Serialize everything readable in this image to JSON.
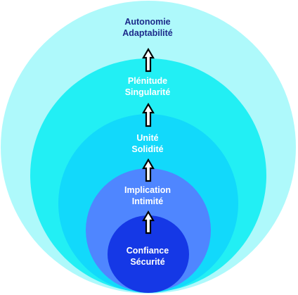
{
  "colors": {
    "ring_outer": "#aef9fb",
    "ring_2": "#22eff4",
    "ring_3": "#12d9fb",
    "ring_4": "#4f86ff",
    "core": "#1538e6",
    "arrow_stroke": "#000000",
    "arrow_fill": "#ffffff"
  },
  "levels": [
    {
      "line1": "Autonomie",
      "line2": "Adaptabilité"
    },
    {
      "line1": "Plénitude",
      "line2": "Singularité"
    },
    {
      "line1": "Unité",
      "line2": "Solidité"
    },
    {
      "line1": "Implication",
      "line2": "Intimité"
    },
    {
      "line1": "Confiance",
      "line2": "Sécurité"
    }
  ]
}
